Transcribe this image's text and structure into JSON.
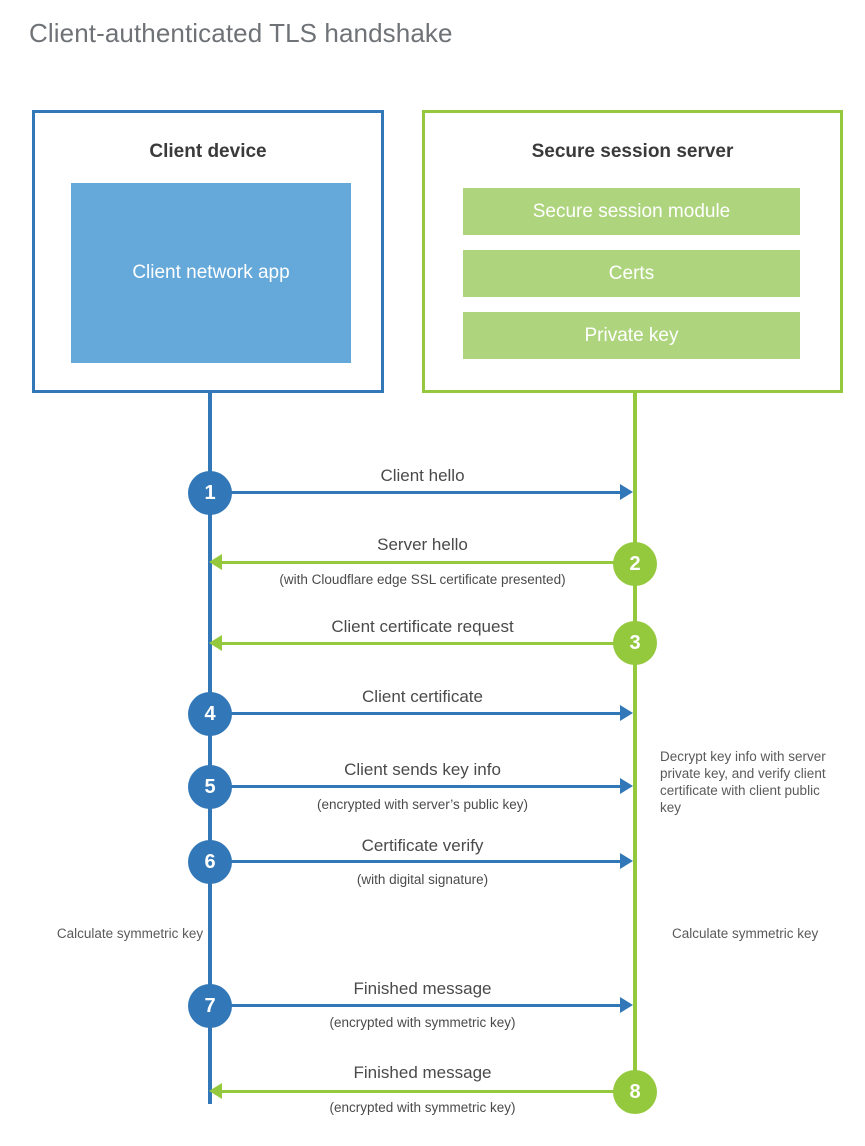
{
  "page_title": "Client-authenticated TLS handshake",
  "colors": {
    "blue": "#3278B8",
    "green": "#95C93D",
    "light_blue": "#65A8DA",
    "light_green": "#AED57E",
    "title_gray": "#6f7276",
    "text_gray": "#4a4a4a"
  },
  "actors": {
    "client": {
      "title": "Client device",
      "app_label": "Client network app"
    },
    "server": {
      "title": "Secure session server",
      "bars": [
        {
          "label": "Secure session module"
        },
        {
          "label": "Certs"
        },
        {
          "label": "Private key"
        }
      ]
    }
  },
  "steps": [
    {
      "number": "1",
      "label": "Client hello",
      "sublabel": "",
      "direction": "right",
      "color": "blue"
    },
    {
      "number": "2",
      "label": "Server hello",
      "sublabel": "(with Cloudflare edge SSL certificate presented)",
      "direction": "left",
      "color": "green"
    },
    {
      "number": "3",
      "label": "Client certificate request",
      "sublabel": "",
      "direction": "left",
      "color": "green"
    },
    {
      "number": "4",
      "label": "Client certificate",
      "sublabel": "",
      "direction": "right",
      "color": "blue"
    },
    {
      "number": "5",
      "label": "Client sends key info",
      "sublabel": "(encrypted with server’s public key)",
      "direction": "right",
      "color": "blue"
    },
    {
      "number": "6",
      "label": "Certificate verify",
      "sublabel": "(with digital signature)",
      "direction": "right",
      "color": "blue"
    },
    {
      "number": "7",
      "label": "Finished message",
      "sublabel": "(encrypted with symmetric key)",
      "direction": "right",
      "color": "blue"
    },
    {
      "number": "8",
      "label": "Finished message",
      "sublabel": "(encrypted with symmetric key)",
      "direction": "left",
      "color": "green"
    }
  ],
  "annotations": {
    "decrypt_note": "Decrypt key info with server private key, and verify client certificate with client public key",
    "calculate_client": "Calculate symmetric key",
    "calculate_server": "Calculate symmetric key"
  }
}
